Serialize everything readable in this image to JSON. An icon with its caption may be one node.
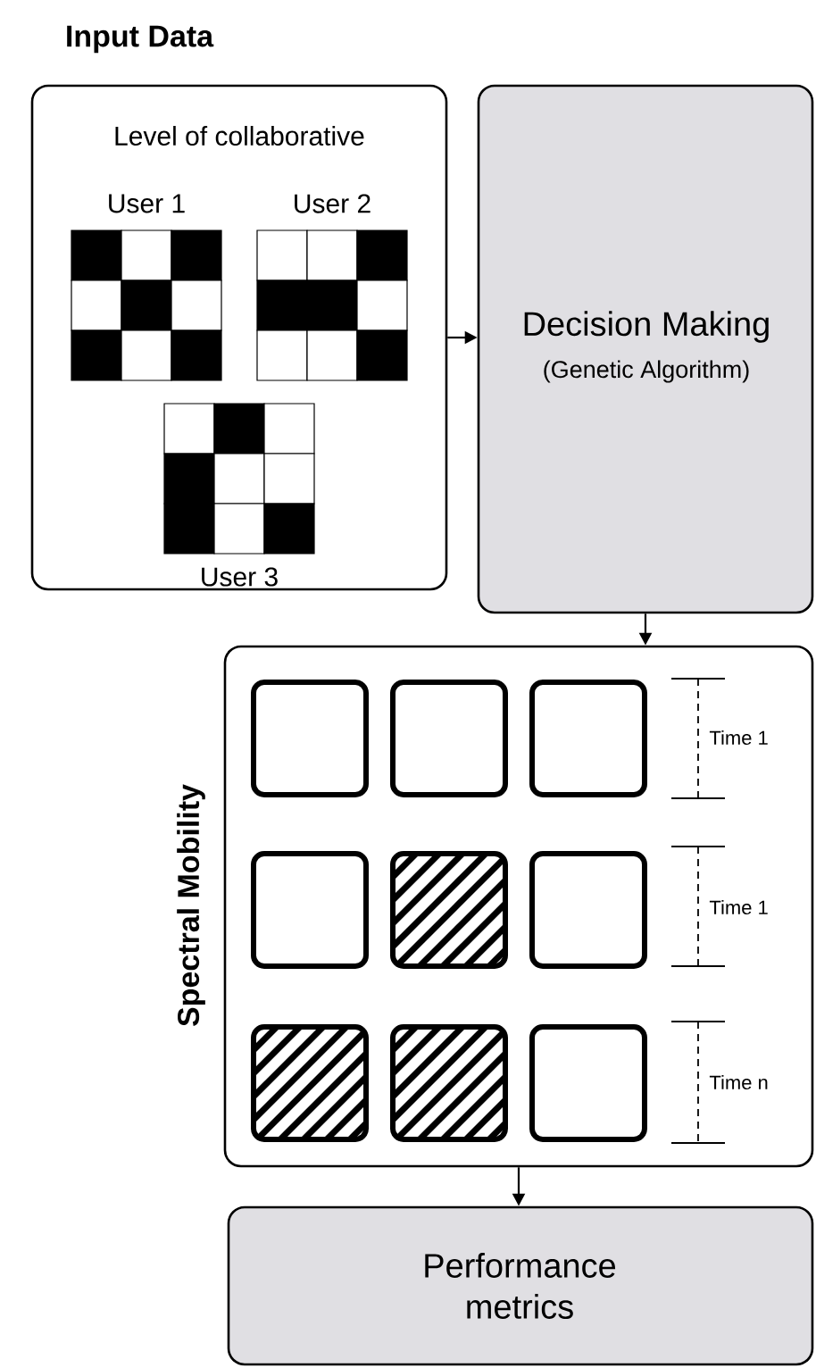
{
  "diagram": {
    "nodes": [
      {
        "text": [
          "Input Data",
          "Level of collaborative"
        ]
      },
      {
        "text": [
          "Decision Making",
          "(Genetic Algorithm)"
        ]
      },
      {
        "text": [
          "Spectral Mobility"
        ]
      },
      {
        "text": [
          "Performance metrics"
        ]
      }
    ],
    "edges": [
      {
        "from": 0,
        "to": 1,
        "arrow": "to"
      },
      {
        "from": 1,
        "to": 2,
        "arrow": "to"
      },
      {
        "from": 2,
        "to": 3,
        "arrow": "to"
      }
    ],
    "labels": [
      "User 1",
      "User 2",
      "User 3",
      "Time 1",
      "Time 1",
      "Time n"
    ]
  }
}
